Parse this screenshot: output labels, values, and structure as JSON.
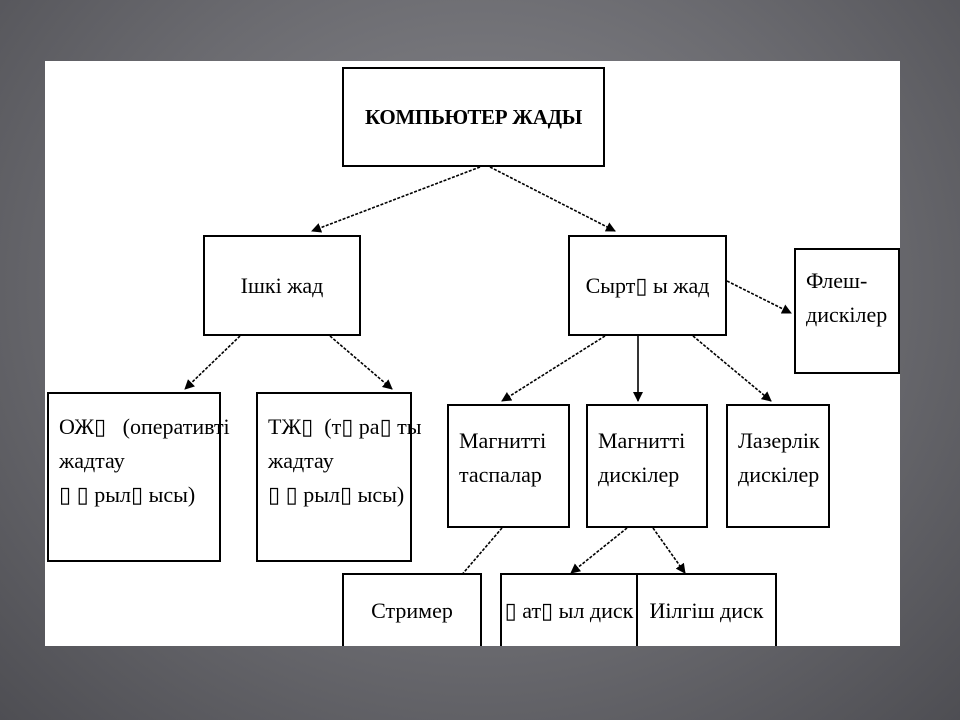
{
  "diagram": {
    "root": "КОМПЬЮТЕР ЖАДЫ",
    "internal": "Ішкі жад",
    "external": "Сырт▯ ы жад",
    "flash": [
      "Флеш-",
      "дискілер"
    ],
    "ram": [
      "ОЖ▯   (оперативті",
      "жадтау",
      "▯ ▯ рыл▯ ысы)"
    ],
    "rom": [
      "ТЖ▯  (т▯ ра▯ ты",
      "жадтау",
      "▯ ▯ рыл▯ ысы)"
    ],
    "mag_tape": [
      "Магнитті",
      "таспалар"
    ],
    "mag_disk": [
      "Магнитті",
      "дискілер"
    ],
    "laser": [
      "Лазерлік",
      "дискілер"
    ],
    "streamer": "Стример",
    "hard_disk": "▯  ат▯ ыл диск",
    "floppy": "Иілгіш диск"
  }
}
